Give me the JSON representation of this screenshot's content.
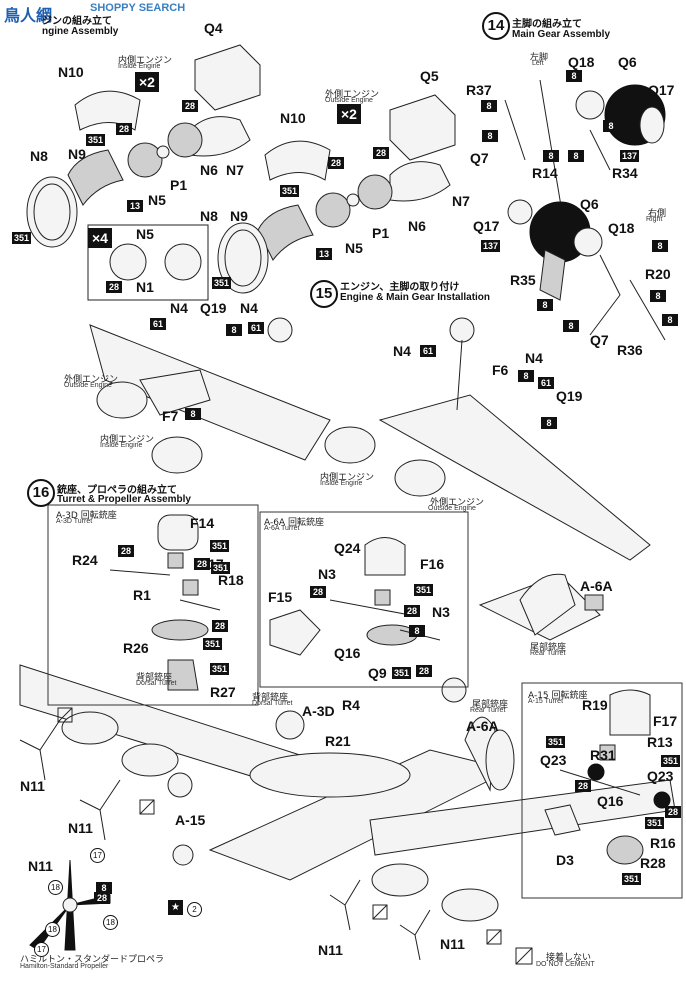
{
  "watermark": {
    "logo_text": "SHOPPY SEARCH",
    "corner_text": "鳥人網"
  },
  "step13": {
    "title_jp": "ジンの組み立て",
    "title_en": "ngine Assembly",
    "multiplier": "×2",
    "inside_jp": "内側エンジン",
    "inside_en": "Inside Engine",
    "multiplier4": "×4"
  },
  "step13b": {
    "outside_jp": "外側エンジン",
    "outside_en": "Outside Engine",
    "multiplier": "×2"
  },
  "step14": {
    "num": "14",
    "title_jp": "主脚の組み立て",
    "title_en": "Main Gear Assembly",
    "left_jp": "左脚",
    "left_en": "Left",
    "right_jp": "右側",
    "right_en": "Right"
  },
  "step15": {
    "num": "15",
    "title_jp": "エンジン、主脚の取り付け",
    "title_en": "Engine & Main Gear Installation",
    "outside_jp": "外側エンジン",
    "outside_en": "Outside Engine",
    "inside_jp": "内側エンジン",
    "inside_en": "Inside Engine"
  },
  "step16": {
    "num": "16",
    "title_jp": "銃座、プロペラの組み立て",
    "title_en": "Turret & Propeller Assembly",
    "a3d_jp": "A-3D 回転銃座",
    "a3d_en": "A-3D Turret",
    "a6a_jp": "A-6A 回転銃座",
    "a6a_en": "A-6A Turret",
    "dorsal_jp": "背部銃座",
    "dorsal_en": "Dorsal Turret",
    "rear_jp": "尾部銃座",
    "rear_en": "Rear Turret",
    "a15_jp": "A-15 回転銃座",
    "a15_en": "A-15 Turret",
    "prop_jp": "ハミルトン・スタンダードプロペラ",
    "prop_en": "Hamilton-Standard Propeller",
    "nocement_jp": "接着しない",
    "nocement_en": "DO NOT CEMENT"
  },
  "labels": {
    "q4": "Q4",
    "n10a": "N10",
    "n9a": "N9",
    "n8a": "N8",
    "p1a": "P1",
    "n5a": "N5",
    "n6a": "N6",
    "n7a": "N7",
    "q5": "Q5",
    "n10b": "N10",
    "n9b": "N9",
    "n8b": "N8",
    "p1b": "P1",
    "n5b": "N5",
    "n6b": "N6",
    "n7b": "N7",
    "n5c": "N5",
    "n1": "N1",
    "q18a": "Q18",
    "q6a": "Q6",
    "q17a": "Q17",
    "r37": "R37",
    "q7a": "Q7",
    "r14": "R14",
    "r34": "R34",
    "q17b": "Q17",
    "q6b": "Q6",
    "q18b": "Q18",
    "r35": "R35",
    "r20": "R20",
    "q7b": "Q7",
    "r36": "R36",
    "n4a": "N4",
    "q19a": "Q19",
    "n4b": "N4",
    "f7": "F7",
    "n4c": "N4",
    "f6": "F6",
    "n4d": "N4",
    "q19b": "Q19",
    "f14": "F14",
    "r17": "R17",
    "r18": "R18",
    "r24": "R24",
    "r1": "R1",
    "r26": "R26",
    "r27": "R27",
    "q24": "Q24",
    "f16": "F16",
    "n3a": "N3",
    "f15": "F15",
    "n3b": "N3",
    "q16a": "Q16",
    "q9": "Q9",
    "a6a": "A-6A",
    "a3d": "A-3D",
    "r4": "R4",
    "a6a2": "A-6A",
    "r21": "R21",
    "n11a": "N11",
    "n11b": "N11",
    "n11c": "N11",
    "n11d": "N11",
    "n11e": "N11",
    "a15": "A-15",
    "r19": "R19",
    "f17": "F17",
    "r13": "R13",
    "r31": "R31",
    "q23a": "Q23",
    "q23b": "Q23",
    "q16b": "Q16",
    "r16": "R16",
    "d3": "D3",
    "r28": "R28"
  },
  "badges": {
    "b28a": "28",
    "b351a": "351",
    "b13a": "13",
    "b28b": "28",
    "b28c": "28",
    "b13b": "13",
    "b351b": "351",
    "b351c": "351",
    "b28d": "28",
    "b28e": "28",
    "b8a": "8",
    "b8b": "8",
    "b8c": "8",
    "b8d": "8",
    "b8e": "8",
    "b137a": "137",
    "b8f": "8",
    "b137b": "137",
    "b8g": "8",
    "b8h": "8",
    "b8i": "8",
    "b8j": "8",
    "b8k": "8",
    "b61a": "61",
    "b8l": "8",
    "b61b": "61",
    "b8m": "8",
    "b61c": "61",
    "b61d": "61",
    "b8n": "8",
    "b8o": "8",
    "b28f": "28",
    "b351d": "351",
    "b28g": "28",
    "b351e": "351",
    "b351f": "351",
    "b351g": "351",
    "b28h": "28",
    "b351h": "351",
    "b28i": "28",
    "b28j": "28",
    "b351i": "351",
    "b351j": "351",
    "b8p": "8",
    "b28k": "28",
    "b351k": "351",
    "b28l": "28",
    "b351l": "351",
    "b351m": "351",
    "b351n": "351",
    "b28m": "28",
    "b28n": "28",
    "b28o": "28",
    "b8q": "8"
  },
  "circles": {
    "c17a": "17",
    "c18a": "18",
    "c18b": "18",
    "c18c": "18",
    "c17b": "17",
    "c2": "2"
  }
}
